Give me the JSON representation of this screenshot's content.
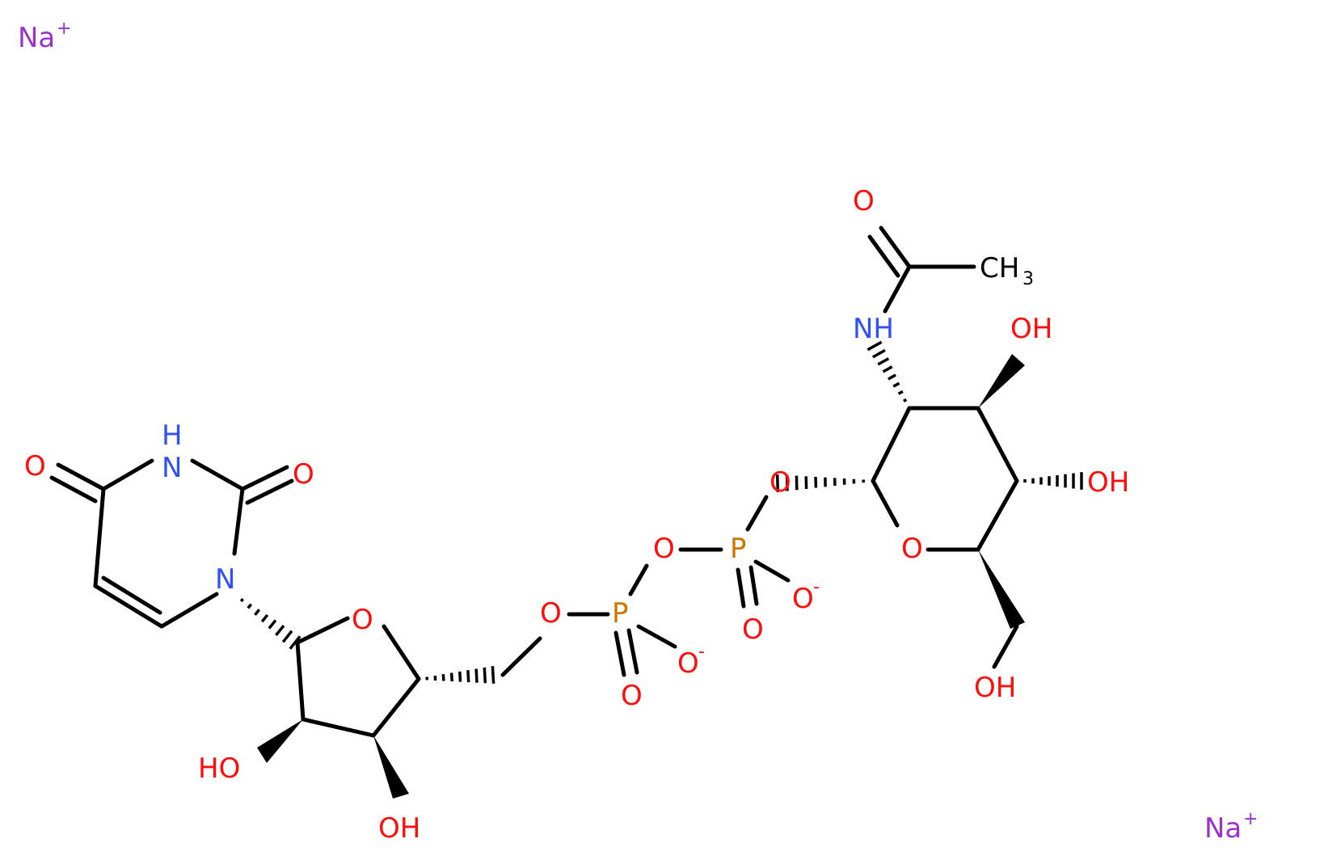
{
  "colors": {
    "bond": "#000000",
    "oxygen": "#ff0d0d",
    "nitrogen": "#3050f8",
    "phosphorus": "#cc7700",
    "sodium": "#9933cc",
    "carbon": "#000000"
  },
  "labels": {
    "na1": "Na",
    "na1_charge": "+",
    "na2": "Na",
    "na2_charge": "+",
    "acetyl_o": "O",
    "ch3_c": "CH",
    "ch3_sub": "3",
    "amide_nh": "NH",
    "oh_c3": "OH",
    "glyc_o": "O",
    "oh_c4": "OH",
    "p2": "P",
    "bridge_o": "O",
    "p2_o_minus": "O",
    "p2_o_minus_charge": "-",
    "ring_o_glc": "O",
    "p2_dbl_o": "O",
    "oh_c6": "OH",
    "p1_o5": "O",
    "p1": "P",
    "p1_o_minus": "O",
    "p1_o_minus_charge": "-",
    "p1_dbl_o": "O",
    "ring_o_rib": "O",
    "uracil_o4": "O",
    "uracil_n3": "N",
    "uracil_h3": "H",
    "uracil_o2": "O",
    "uracil_n1": "N",
    "oh_c2prime": "HO",
    "oh_c3prime": "OH"
  }
}
